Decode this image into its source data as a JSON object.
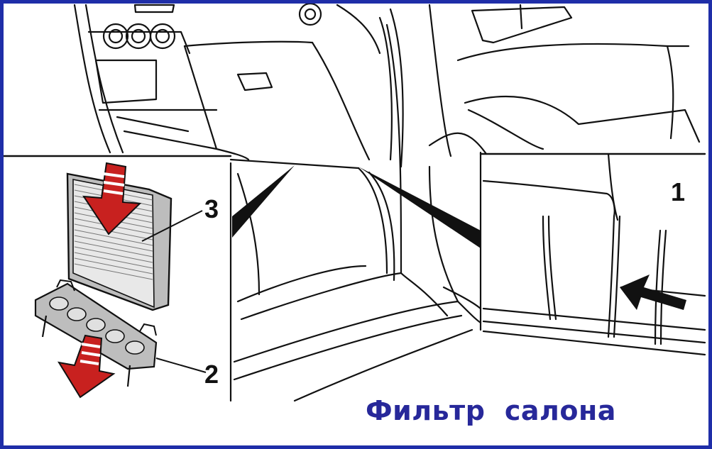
{
  "labels": {
    "callout_1": "1",
    "callout_2": "2",
    "callout_3": "3"
  },
  "caption": "Фильтр  салона",
  "colors": {
    "frame": "#1f2ea8",
    "caption": "#27289a",
    "arrow_red": "#c8211f",
    "filter_gray": "#bdbdbd",
    "ink": "#111111"
  }
}
